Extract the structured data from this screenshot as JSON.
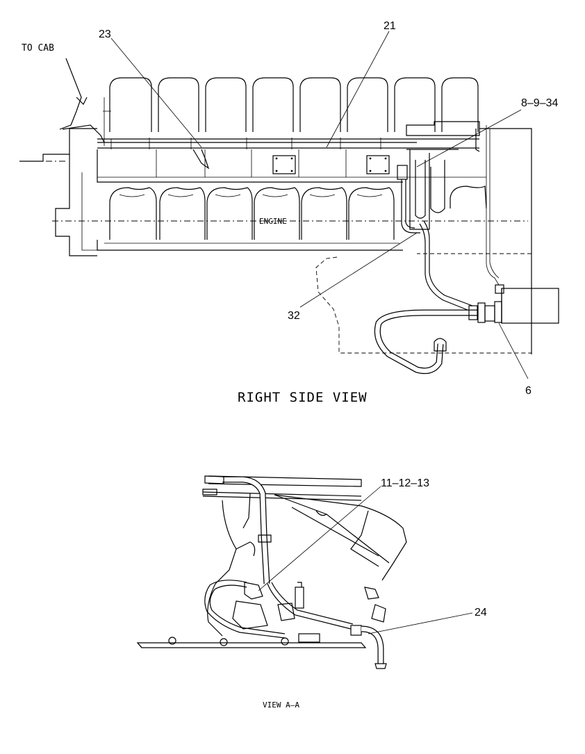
{
  "top_view": {
    "title": "RIGHT SIDE VIEW",
    "to_cab": "TO CAB",
    "engine": "ENGINE",
    "callouts": {
      "c23": "23",
      "c21": "21",
      "c8934": "8–9–34",
      "c32": "32",
      "c6": "6"
    }
  },
  "bottom_view": {
    "title": "VIEW A–A",
    "callouts": {
      "c111213": "11–12–13",
      "c24": "24"
    }
  }
}
